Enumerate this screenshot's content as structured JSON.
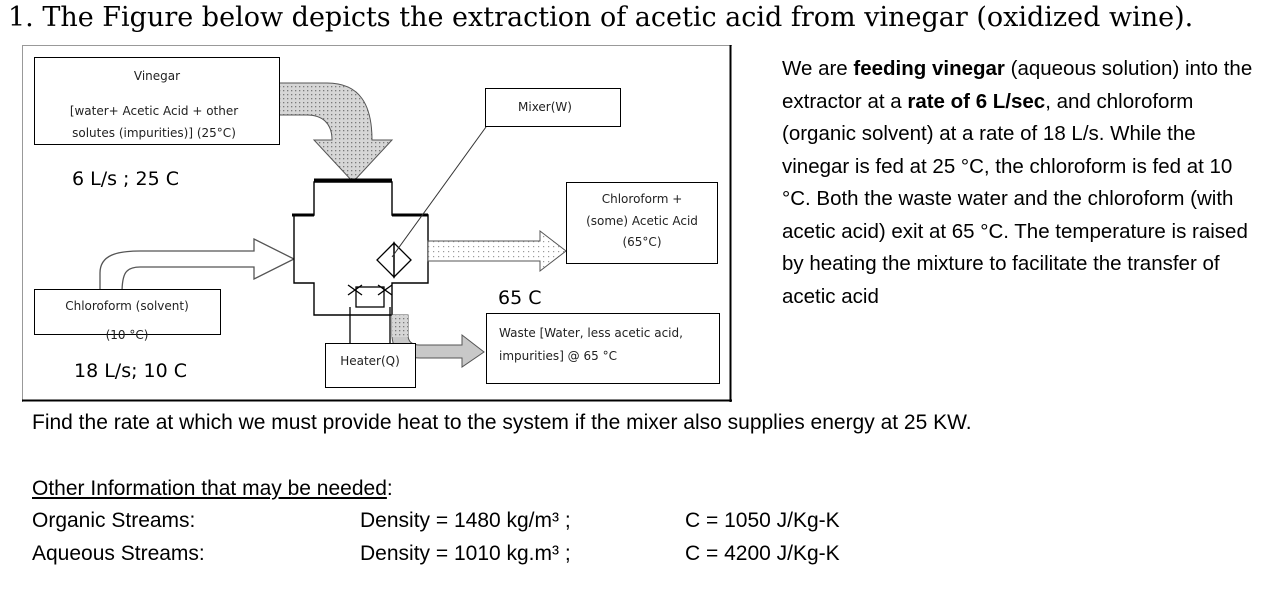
{
  "title": "1. The Figure below depicts the extraction of acetic acid from vinegar (oxidized wine).",
  "figure": {
    "vinegar_box": {
      "line1": "Vinegar",
      "line2": "[water+ Acetic Acid + other",
      "line3": "solutes (impurities)] (25°C)",
      "rate": "6 L/s ; 25 C"
    },
    "mixer_label": "Mixer(W)",
    "product_box": {
      "line1": "Chloroform +",
      "line2": "(some) Acetic Acid",
      "line3": "(65°C)"
    },
    "exit_temp": "65 C",
    "waste_box": {
      "line1": "Waste [Water, less acetic acid,",
      "line2": "impurities] @ 65 °C"
    },
    "chloroform_box": {
      "line1": "Chloroform (solvent)",
      "line2": "(10 °C)",
      "rate": "18 L/s; 10 C"
    },
    "heater_label": "Heater(Q)"
  },
  "description": [
    {
      "text": "We are ",
      "bold": false
    },
    {
      "text": "feeding vinegar",
      "bold": true
    },
    {
      "text": " (aqueous solution)  into the extractor at a ",
      "bold": false
    },
    {
      "text": "rate of 6 L/sec",
      "bold": true
    },
    {
      "text": ",  and chloroform (organic solvent) at a rate of 18 L/s.  While the vinegar is fed at 25 °C, the chloroform is fed at 10 °C. Both the waste water and the chloroform (with acetic acid) exit at 65 °C. The temperature is raised by heating the mixture to facilitate the transfer of acetic acid",
      "bold": false
    }
  ],
  "question": "Find the rate at which we must provide heat to the system if the mixer also supplies energy at 25 KW.",
  "other_info": {
    "heading": "Other Information that may be needed",
    "heading_suffix": ":",
    "rows": [
      {
        "stream": "Organic Streams:",
        "density": "Density = 1480 kg/m³ ;",
        "heat_capacity": "C = 1050 J/Kg-K"
      },
      {
        "stream": "Aqueous Streams:",
        "density": "Density = 1010 kg.m³ ;",
        "heat_capacity": "C = 4200 J/Kg-K"
      }
    ]
  }
}
